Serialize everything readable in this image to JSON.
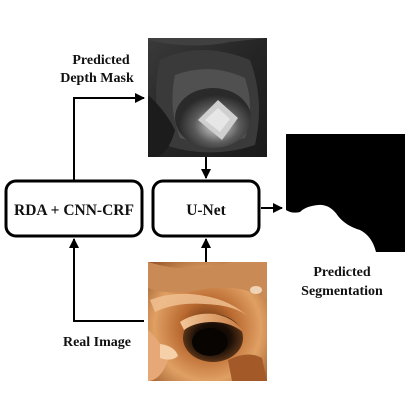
{
  "diagram": {
    "depth_mask_label_line1": "Predicted",
    "depth_mask_label_line2": "Depth Mask",
    "rda_box_label": "RDA + CNN-CRF",
    "unet_box_label": "U-Net",
    "segmentation_label_line1": "Predicted",
    "segmentation_label_line2": "Segmentation",
    "real_image_label": "Real Image"
  },
  "colors": {
    "stroke": "#000000",
    "text": "#111111",
    "segmentation_fill": "#000000"
  }
}
